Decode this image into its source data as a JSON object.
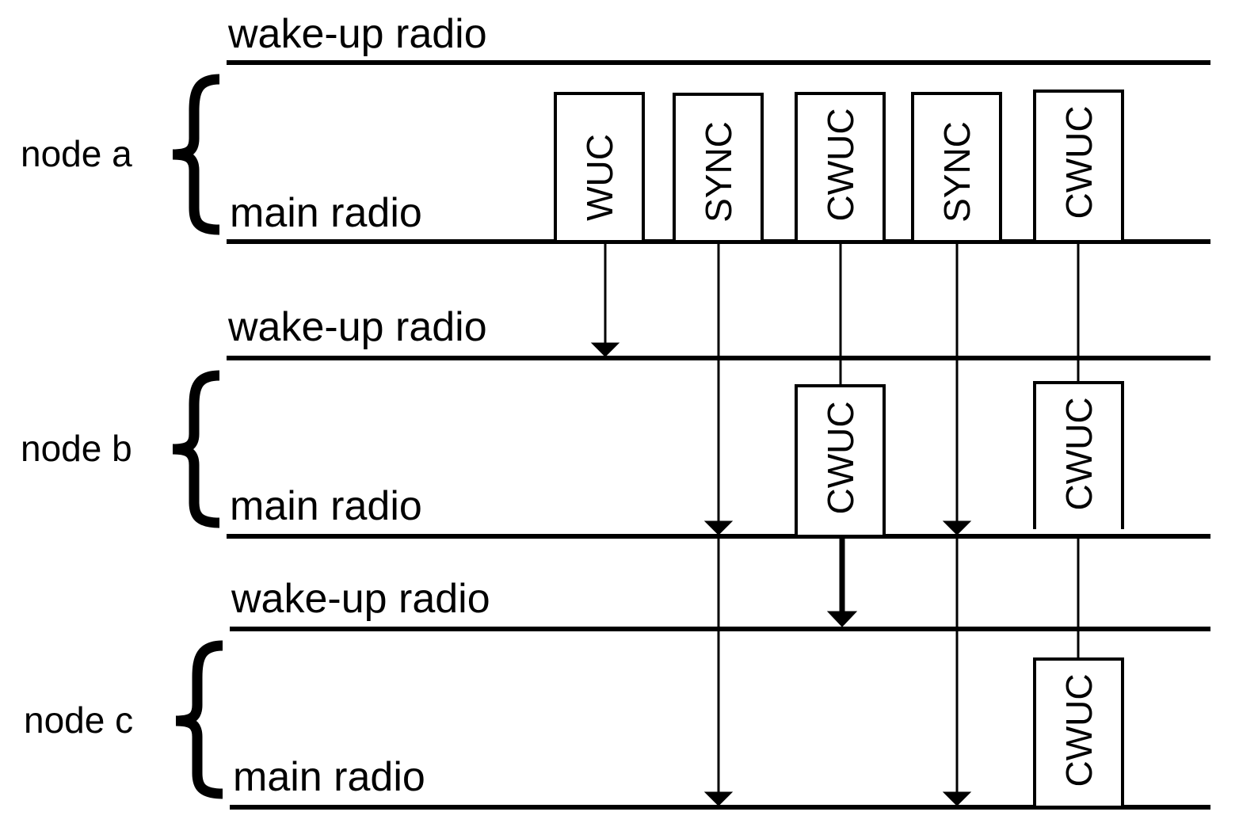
{
  "nodes": [
    {
      "label": "node a",
      "wake_label": "wake-up radio",
      "main_label": "main radio"
    },
    {
      "label": "node b",
      "wake_label": "wake-up radio",
      "main_label": "main radio"
    },
    {
      "label": "node c",
      "wake_label": "wake-up radio",
      "main_label": "main radio"
    }
  ],
  "packets": [
    {
      "node": "node a",
      "label": "WUC"
    },
    {
      "node": "node a",
      "label": "SYNC"
    },
    {
      "node": "node a",
      "label": "CWUC"
    },
    {
      "node": "node a",
      "label": "SYNC"
    },
    {
      "node": "node a",
      "label": "CWUC"
    },
    {
      "node": "node b",
      "label": "CWUC"
    },
    {
      "node": "node b",
      "label": "CWUC"
    },
    {
      "node": "node c",
      "label": "CWUC"
    }
  ]
}
